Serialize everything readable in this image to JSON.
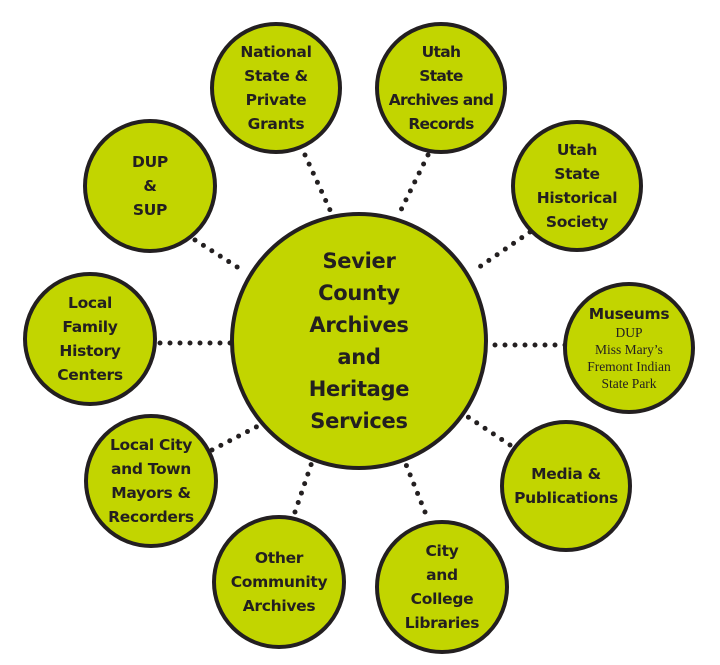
{
  "colors": {
    "node_fill": "#c2d500",
    "outline": "#231f20",
    "background": "#ffffff"
  },
  "center": {
    "title": "Sevier\nCounty\nArchives\nand\nHeritage\nServices"
  },
  "nodes": [
    {
      "id": "grants",
      "title": "National\nState &\nPrivate\nGrants"
    },
    {
      "id": "state-archives",
      "title": "Utah\nState\nArchives and\nRecords"
    },
    {
      "id": "historical-society",
      "title": "Utah\nState\nHistorical\nSociety"
    },
    {
      "id": "museums",
      "title": "Museums",
      "sub": "DUP\nMiss Mary’s\nFremont Indian\nState Park"
    },
    {
      "id": "media",
      "title": "Media &\nPublications"
    },
    {
      "id": "libraries",
      "title": "City\nand\nCollege\nLibraries"
    },
    {
      "id": "community-archives",
      "title": "Other\nCommunity\nArchives"
    },
    {
      "id": "mayors",
      "title": "Local City\nand Town\nMayors &\nRecorders"
    },
    {
      "id": "family-history",
      "title": "Local\nFamily\nHistory\nCenters"
    },
    {
      "id": "dup-sup",
      "title": "DUP\n&\nSUP"
    }
  ]
}
